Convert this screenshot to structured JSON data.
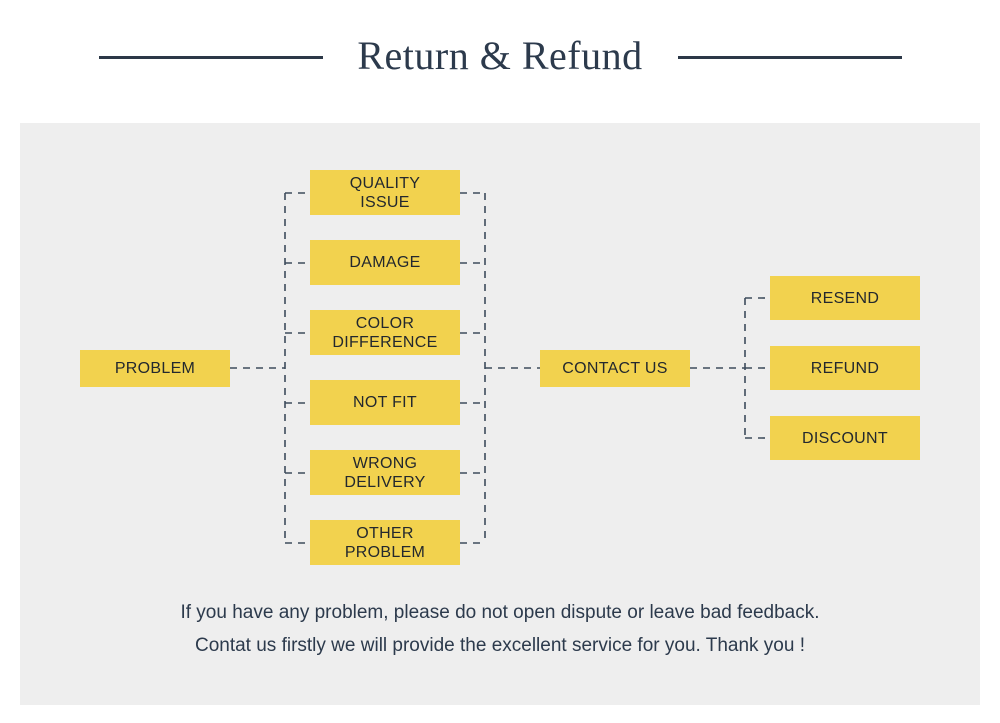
{
  "header": {
    "title": "Return & Refund",
    "rule_color": "#2c3847",
    "title_color": "#2c3a4c"
  },
  "panel": {
    "background": "#eeeeee"
  },
  "theme": {
    "node_fill": "#f2d24e",
    "node_text": "#23282e",
    "connector_color": "#3d4b5c",
    "page_background": "#ffffff"
  },
  "diagram": {
    "root": {
      "label": "PROBLEM"
    },
    "problems": [
      {
        "label": "QUALITY\nISSUE"
      },
      {
        "label": "DAMAGE"
      },
      {
        "label": "COLOR\nDIFFERENCE"
      },
      {
        "label": "NOT FIT"
      },
      {
        "label": "WRONG\nDELIVERY"
      },
      {
        "label": "OTHER\nPROBLEM"
      }
    ],
    "middle": {
      "label": "CONTACT US"
    },
    "outcomes": [
      {
        "label": "RESEND"
      },
      {
        "label": "REFUND"
      },
      {
        "label": "DISCOUNT"
      }
    ]
  },
  "footer": {
    "line1": "If you have any problem, please do not open dispute or leave bad feedback.",
    "line2": "Contat us firstly we will provide the excellent service for you. Thank you !"
  }
}
